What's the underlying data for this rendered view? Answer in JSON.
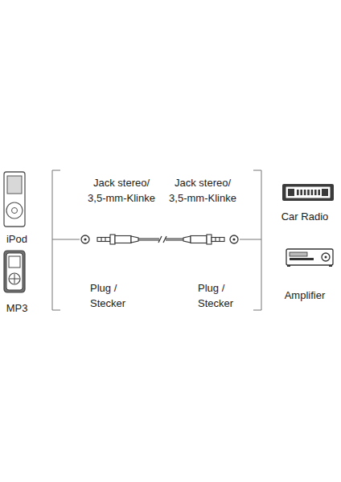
{
  "diagram": {
    "labels": [
      "Jack stereo/ 3,5-mm-Klinke",
      "Jack stereo/ 3,5-mm-Klinke",
      "iPod",
      "Car Radio",
      "MP3",
      "Plug / Stecker",
      "Plug / Stecker",
      "Amplifier"
    ]
  }
}
